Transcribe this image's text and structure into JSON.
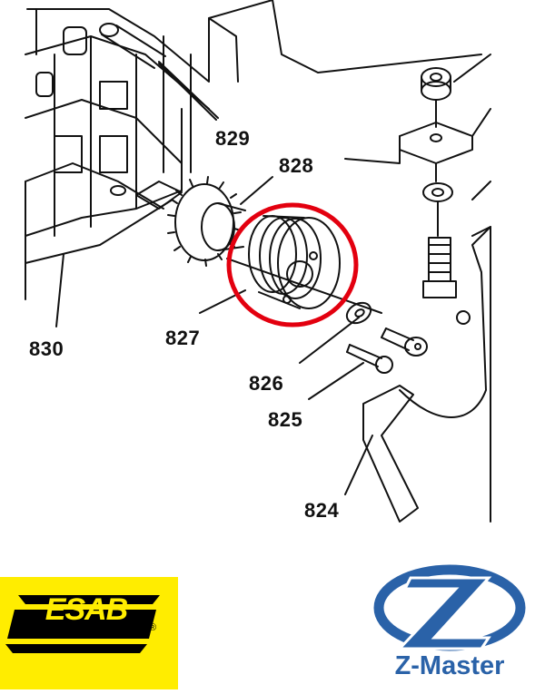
{
  "callouts": {
    "p824": "824",
    "p825": "825",
    "p826": "826",
    "p827": "827",
    "p828": "828",
    "p829": "829",
    "p830": "830"
  },
  "highlight_color": "#e3000f",
  "logos": {
    "esab": {
      "text": "ESAB",
      "reg": "®",
      "bg_color": "#ffed00"
    },
    "zmaster": {
      "text": "Z-Master",
      "color": "#2a62a8"
    }
  }
}
